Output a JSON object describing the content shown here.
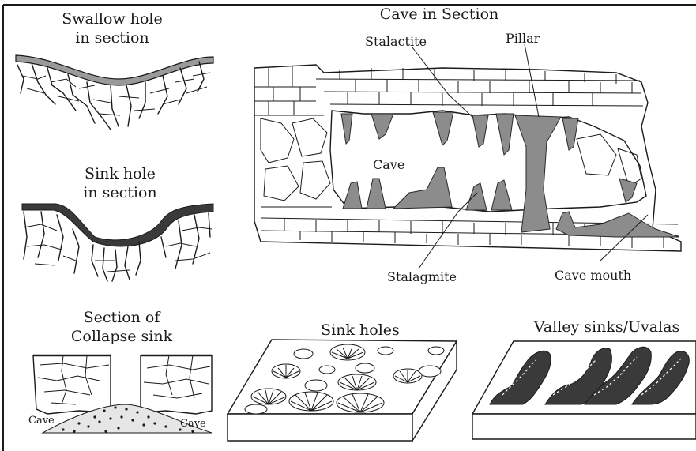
{
  "labels": {
    "swallow_hole_line1": "Swallow hole",
    "swallow_hole_line2": "in section",
    "sink_hole_line1": "Sink hole",
    "sink_hole_line2": "in section",
    "collapse_line1": "Section of",
    "collapse_line2": "Collapse sink",
    "collapse_cave_left": "Cave",
    "collapse_cave_right": "Cave",
    "cave_section_title": "Cave in Section",
    "stalactite": "Stalactite",
    "pillar": "Pillar",
    "cave": "Cave",
    "stalagmite": "Stalagmite",
    "cave_mouth": "Cave mouth",
    "sink_holes": "Sink holes",
    "valley_sinks": "Valley sinks/Uvalas"
  }
}
